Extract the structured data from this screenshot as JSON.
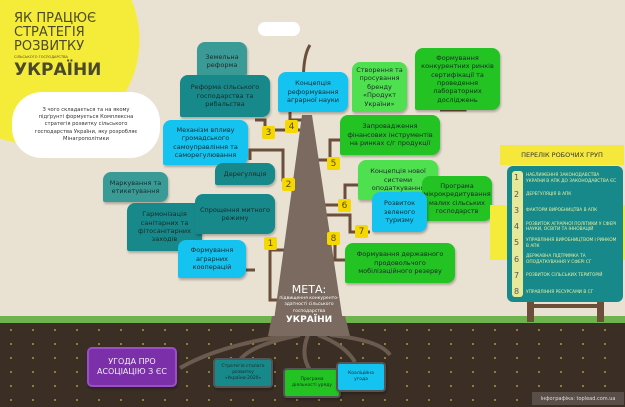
{
  "title": {
    "line1": "ЯК ПРАЦЮЄ",
    "line2": "СТРАТЕГІЯ",
    "line3": "РОЗВИТКУ",
    "line4": "СІЛЬСЬКОГО ГОСПОДАРСТВА",
    "line5": "УКРАЇНИ"
  },
  "intro": "З чого складається та на якому підґрунті формується Комплексна стратегія розвитку сільського господарства України, яку розробляє Мінагрополітики",
  "branches": [
    "Земельна реформа",
    "Реформа сільського господарства та рибальства",
    "Концепція реформування аграрної науки",
    "Створення та просування бренду «Продукт України»",
    "Формування конкурентних ринків сертифікації та проведення лабораторних досліджень",
    "Запровадження фінансових інструментів на ринках с/г продукції",
    "Механізм впливу громадського самоуправління та саморегулювання",
    "Дерегуляція",
    "Маркування та етикетування",
    "Гармонізація санітарних та фітосанітарних заходів",
    "Спрощення митного режиму",
    "Формування аграрних кооперацій",
    "Концепція нової системи оподаткування",
    "Програма мікрокредитування малих сільських господарств",
    "Розвиток зеленого туризму",
    "Формування державного продовольчого мобілізаційного резерву"
  ],
  "badges": [
    "1",
    "2",
    "3",
    "4",
    "5",
    "6",
    "7",
    "8"
  ],
  "goal": {
    "label": "МЕТА:",
    "text": "підвищення конкуренто-здатності сільського господарства",
    "country": "УКРАЇНИ"
  },
  "panel": {
    "title": "ПЕРЕЛІК РОБОЧИХ ГРУП",
    "items": [
      {
        "n": "1",
        "text": "НАБЛИЖЕННЯ ЗАКОНОДАВСТВА УКРАЇНИ В АПК ДО ЗАКОНОДАВСТВА ЄС"
      },
      {
        "n": "2",
        "text": "ДЕРЕГУЛЯЦІЯ В АПК"
      },
      {
        "n": "3",
        "text": "ФАКТОРИ ВИРОБНИЦТВА В АПК"
      },
      {
        "n": "4",
        "text": "РОЗВИТОК АГРАРНОЇ ПОЛІТИКИ У СФЕРІ НАУКИ, ОСВІТИ ТА ІННОВАЦІЙ"
      },
      {
        "n": "5",
        "text": "УПРАВЛІННЯ ВИРОБНИЦТВОМ І РИНКОМ В АПК"
      },
      {
        "n": "6",
        "text": "ДЕРЖАВНА ПІДТРИМКА ТА ОПОДАТКУВАННЯ У СФЕРІ СГ"
      },
      {
        "n": "7",
        "text": "РОЗВИТОК СІЛЬСЬКИХ ТЕРИТОРІЙ"
      },
      {
        "n": "8",
        "text": "УПРАВЛІННЯ РЕСУРСАМИ В СГ"
      }
    ]
  },
  "roots": {
    "agreement": "УГОДА ПРО АСОЦІАЦІЮ З ЄС",
    "strategy": "Стратегія сталого розвитку «Україна-2020»",
    "program": "Програма діяльності уряду",
    "coalition": "Коаліційна угода"
  },
  "credit": "Інфографіка: toplead.com.ua"
}
